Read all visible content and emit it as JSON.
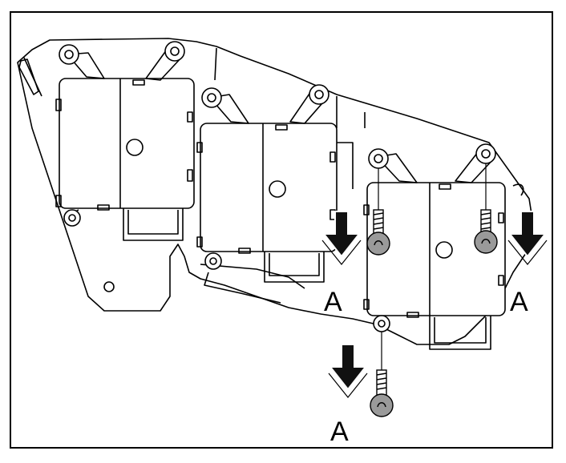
{
  "diagram": {
    "description_labels": {
      "callout_left": "A",
      "callout_right": "A",
      "callout_bottom": "A"
    },
    "colors": {
      "line": "#000000",
      "screw_fill": "#9a9a9a",
      "arrow_fill": "#111111",
      "background": "#ffffff"
    },
    "icons": {
      "arrow": "down-arrow-icon",
      "screw": "screw-icon"
    }
  }
}
